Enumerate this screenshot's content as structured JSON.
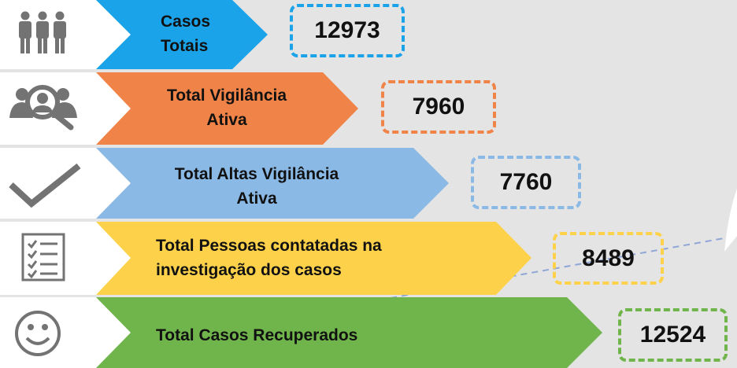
{
  "rows": [
    {
      "label_line1": "Casos",
      "label_line2": "Totais",
      "value": "12973",
      "color": "#1ba3e9",
      "icon": "people-group-icon"
    },
    {
      "label_line1": "Total Vigilância",
      "label_line2": "Ativa",
      "value": "7960",
      "color": "#f08448",
      "icon": "people-search-icon"
    },
    {
      "label_line1": "Total Altas Vigilância",
      "label_line2": "Ativa",
      "value": "7760",
      "color": "#8ab9e6",
      "icon": "checkmark-icon"
    },
    {
      "label_line1": "Total Pessoas contatadas na",
      "label_line2": "investigação dos casos",
      "value": "8489",
      "color": "#fdd24a",
      "icon": "checklist-icon"
    },
    {
      "label_line1": "Total Casos Recuperados",
      "label_line2": "",
      "value": "12524",
      "color": "#70b54b",
      "icon": "smiley-face-icon"
    }
  ]
}
